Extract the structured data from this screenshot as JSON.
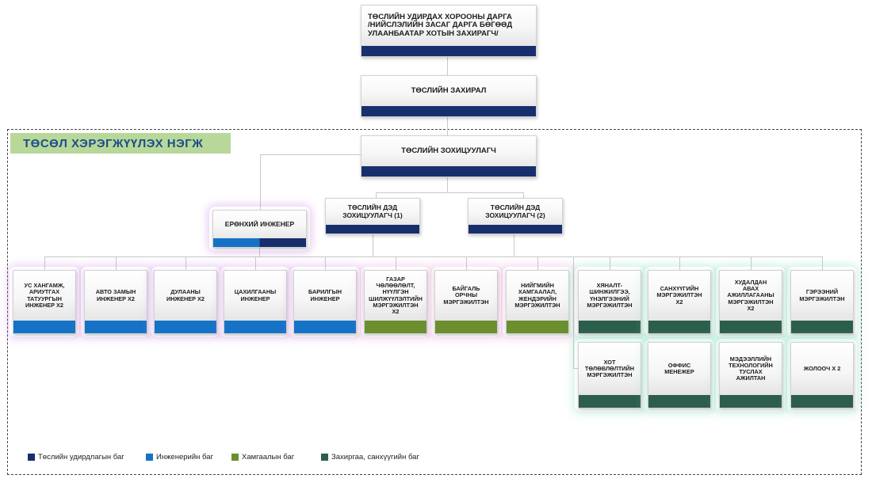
{
  "colors": {
    "management": "#182f6e",
    "engineering": "#1672c6",
    "safeguards": "#6b8e2f",
    "admin": "#2c5e4c",
    "unit_label_bg": "#b8d89a",
    "unit_label_text": "#1d4d8a"
  },
  "unit_label": "ТӨСӨЛ ХЭРЭГЖҮҮЛЭХ НЭГЖ",
  "top": {
    "chair": "ТӨСЛИЙН УДИРДАХ ХОРООНЫ ДАРГА\n/НИЙСЛЭЛИЙН ЗАСАГ ДАРГА БӨГӨӨД\nУЛААНБААТАР ХОТЫН ЗАХИРАГЧ/",
    "director": "ТӨСЛИЙН ЗАХИРАЛ",
    "coordinator": "ТӨСЛИЙН ЗОХИЦУУЛАГЧ",
    "chief_engineer": "ЕРӨНХИЙ ИНЖЕНЕР",
    "senior_coord_1": "ТӨСЛИЙН ДЭД\nЗОХИЦУУЛАГЧ (1)",
    "senior_coord_2": "ТӨСЛИЙН ДЭД\nЗОХИЦУУЛАГЧ (2)"
  },
  "staff_row1": [
    {
      "label": "УС ХАНГАМЖ,\nАРИУТГАХ\nТАТУУРГЫН\nИНЖЕНЕР x2",
      "team": "engineering"
    },
    {
      "label": "АВТО ЗАМЫН\nИНЖЕНЕР x2",
      "team": "engineering"
    },
    {
      "label": "ДУЛААНЫ\nИНЖЕНЕР x2",
      "team": "engineering"
    },
    {
      "label": "ЦАХИЛГААНЫ\nИНЖЕНЕР",
      "team": "engineering"
    },
    {
      "label": "БАРИЛГЫН\nИНЖЕНЕР",
      "team": "engineering"
    },
    {
      "label": "ГАЗАР\nЧӨЛӨӨЛӨЛТ,\nНҮҮЛГЭН\nШИЛЖҮҮЛЭЛТИЙН\nМЭРГЭЖИЛТЭН\nx2",
      "team": "safeguards"
    },
    {
      "label": "БАЙГАЛЬ\nОРЧНЫ\nМЭРГЭЖИЛТЭН",
      "team": "safeguards"
    },
    {
      "label": "НИЙГМИЙН\nХАМГААЛАЛ,\nЖЕНДЭРИЙН\nМЭРГЭЖИЛТЭН",
      "team": "safeguards"
    },
    {
      "label": "ХЯНАЛТ-\nШИНЖИЛГЭЭ,\nҮНЭЛГЭЭНИЙ\nМЭРГЭЖИЛТЭН",
      "team": "admin"
    },
    {
      "label": "САНХҮҮГИЙН\nМЭРГЭЖИЛТЭН\nx2",
      "team": "admin"
    },
    {
      "label": "ХУДАЛДАН\nАВАХ\nАЖИЛЛАГААНЫ\nМЭРГЭЖИЛТЭН\nx2",
      "team": "admin"
    },
    {
      "label": "ГЭРЭЭНИЙ\nМЭРГЭЖИЛТЭН",
      "team": "admin"
    }
  ],
  "staff_row2": [
    {
      "label": "ХОТ\nТӨЛӨВЛӨЛТИЙН\nМЭРГЭЖИЛТЭН",
      "team": "admin"
    },
    {
      "label": "ОФФИС\nМЕНЕЖЕР",
      "team": "admin"
    },
    {
      "label": "МЭДЭЭЛЛИЙН\nТЕХНОЛОГИЙН\nТУСЛАХ\nАЖИЛТАН",
      "team": "admin"
    },
    {
      "label": "ЖОЛООЧ x 2",
      "team": "admin"
    }
  ],
  "legend": [
    {
      "label": "Төслийн удирдлагын баг",
      "team": "management"
    },
    {
      "label": "Инженерийн баг",
      "team": "engineering"
    },
    {
      "label": "Хамгаалын баг",
      "team": "safeguards"
    },
    {
      "label": "Захиргаа, санхүүгийн баг",
      "team": "admin"
    }
  ]
}
